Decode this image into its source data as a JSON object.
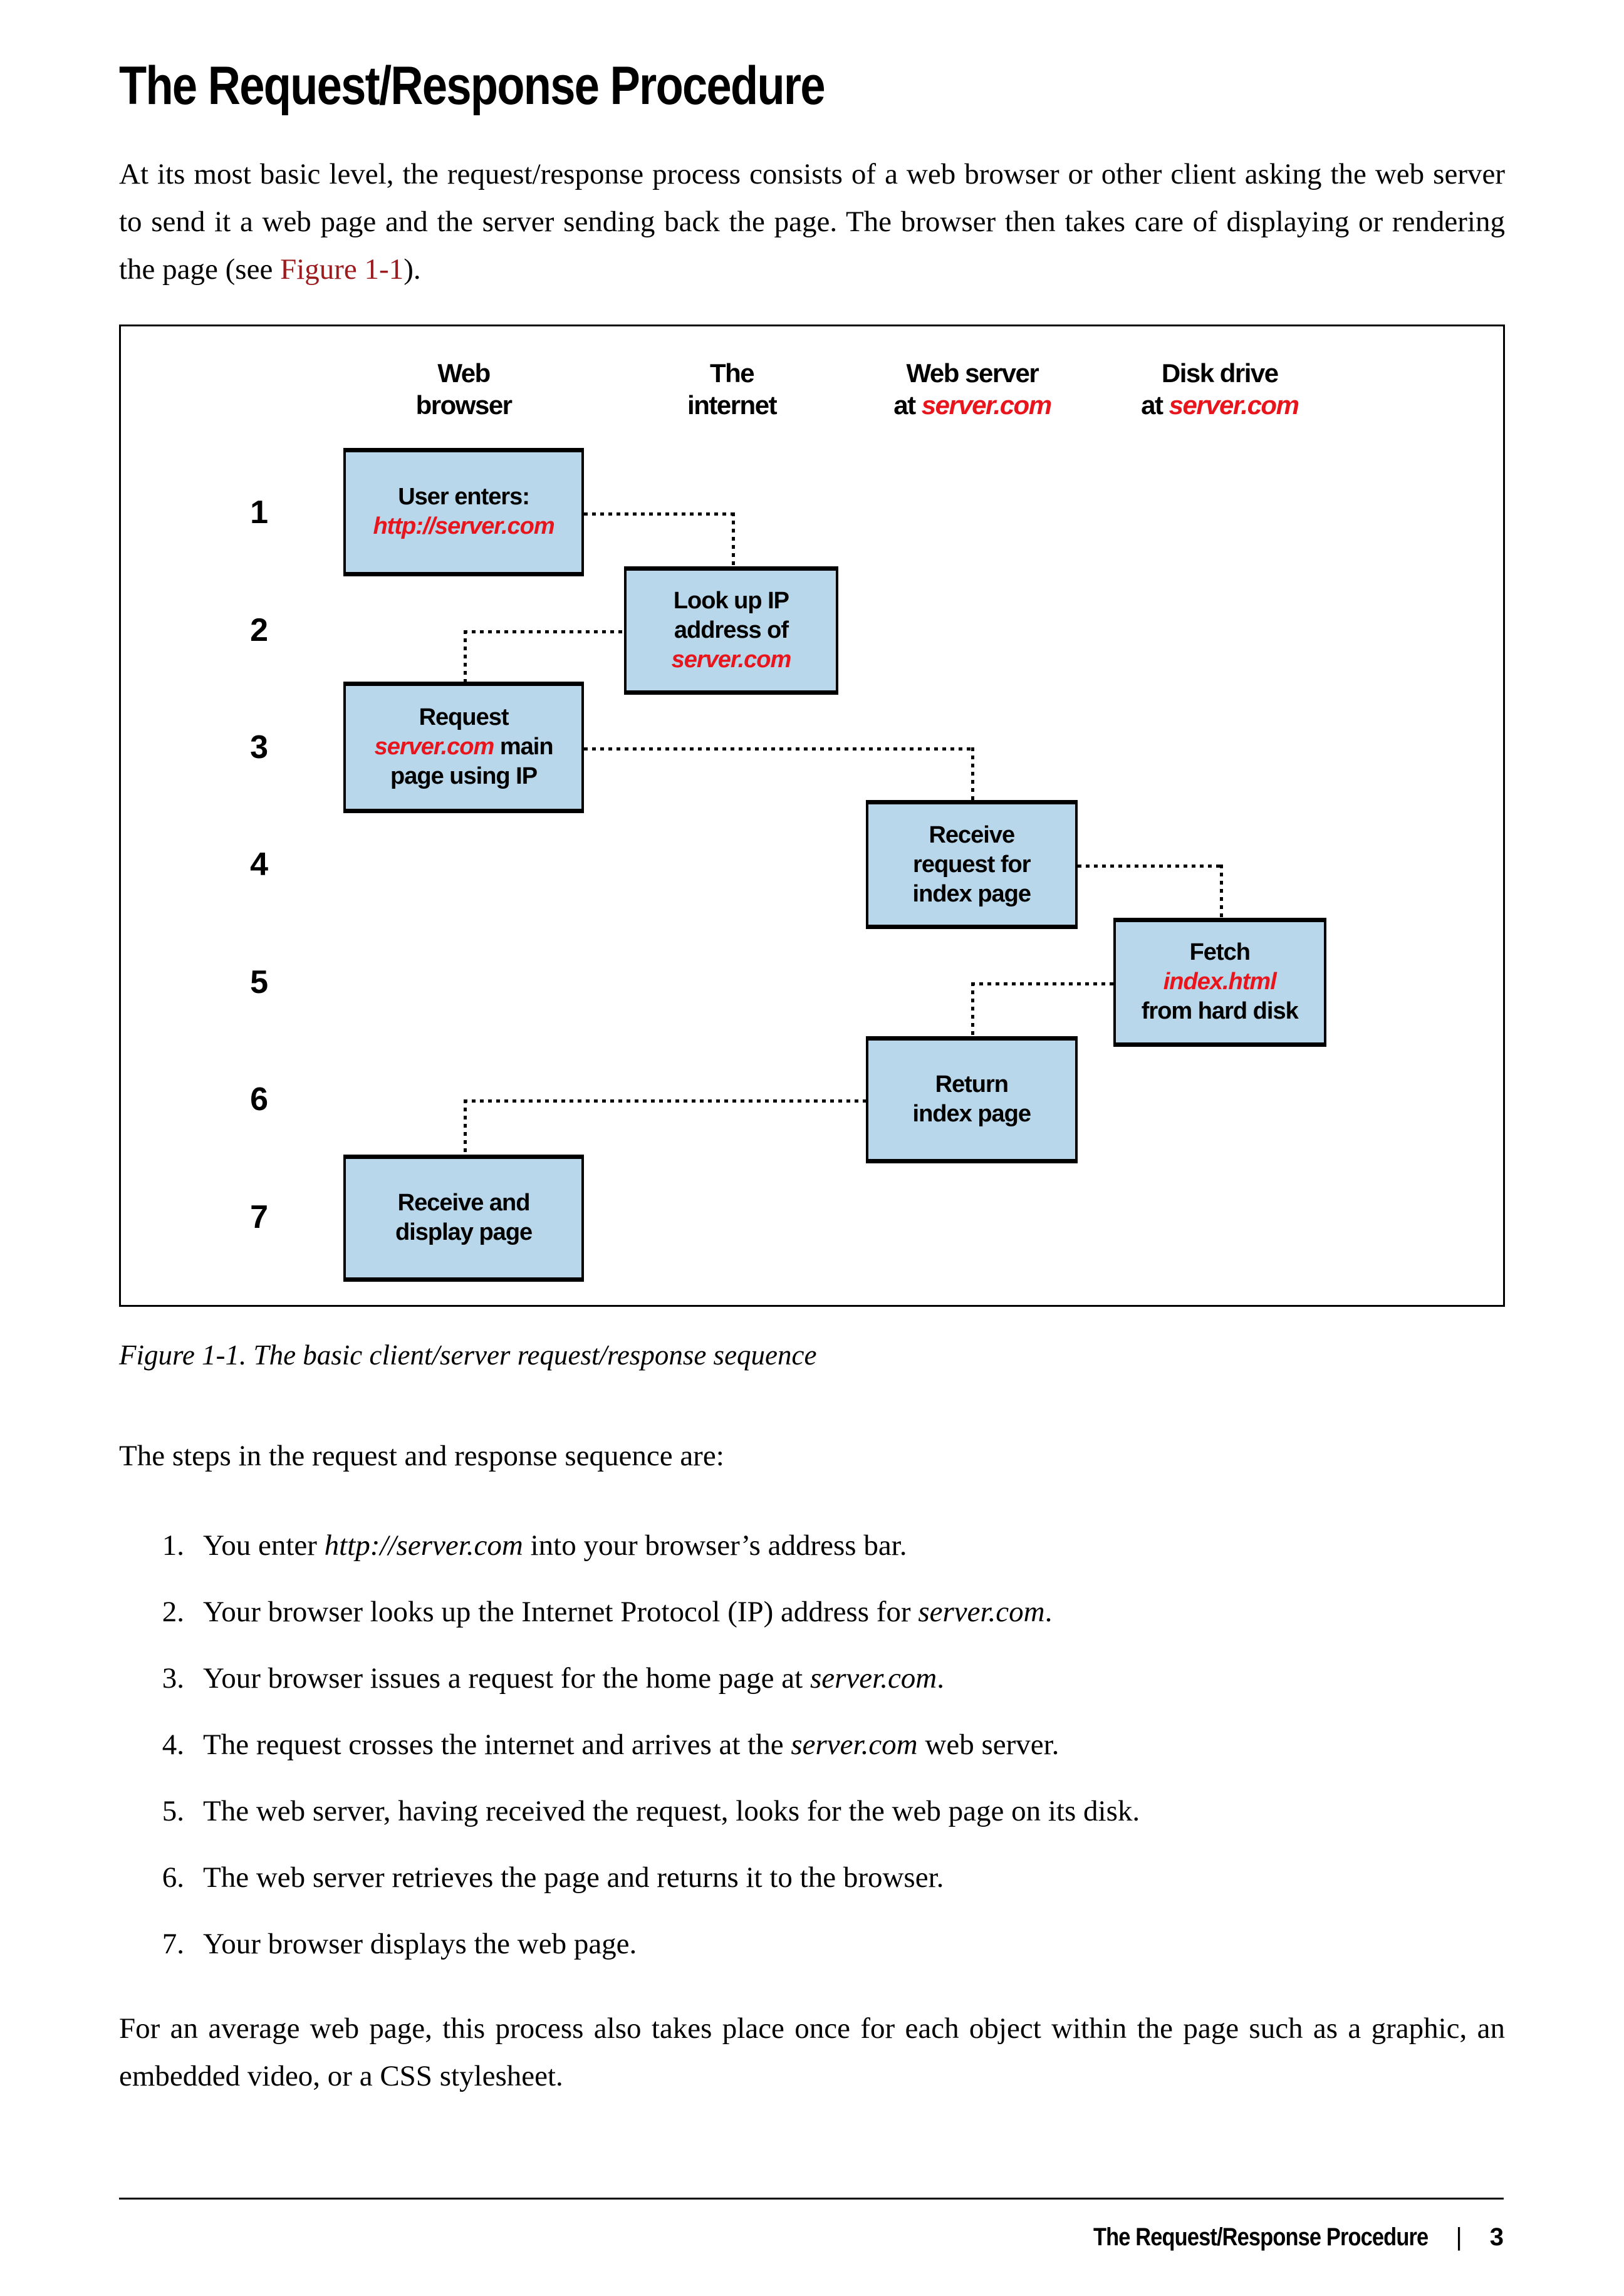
{
  "page": {
    "title": "The Request/Response Procedure",
    "intro": {
      "text_before_link": "At its most basic level, the request/response process consists of a web browser or other client asking the web server to send it a web page and the server sending back the page. The browser then takes care of displaying or rendering the page (see ",
      "link_text": "Figure 1-1",
      "text_after_link": ")."
    },
    "closing": "For an average web page, this process also takes place once for each object within the page such as a graphic, an embedded video, or a CSS stylesheet."
  },
  "figure": {
    "columns": [
      {
        "line1": "Web",
        "line2": "browser",
        "line2_prefix": "",
        "line2_red": ""
      },
      {
        "line1": "The",
        "line2": "internet",
        "line2_prefix": "",
        "line2_red": ""
      },
      {
        "line1": "Web server",
        "line2": "",
        "line2_prefix": "at ",
        "line2_red": "server.com"
      },
      {
        "line1": "Disk drive",
        "line2": "",
        "line2_prefix": "at ",
        "line2_red": "server.com"
      }
    ],
    "steps": [
      "1",
      "2",
      "3",
      "4",
      "5",
      "6",
      "7"
    ],
    "boxes": [
      {
        "line1": "User enters:",
        "red": "http://server.com"
      },
      {
        "line1": "Look up IP",
        "line2": "address of",
        "red": "server.com"
      },
      {
        "line1": "Request",
        "red": "server.com",
        "after_red": " main",
        "line3": "page using IP"
      },
      {
        "line1": "Receive",
        "line2": "request for",
        "line3": "index page"
      },
      {
        "line1": "Fetch",
        "red": "index.html",
        "line3": "from hard disk"
      },
      {
        "line1": "Return",
        "line2": "index page"
      },
      {
        "line1": "Receive and",
        "line2": "display page"
      }
    ],
    "caption": "Figure 1-1. The basic client/server request/response sequence"
  },
  "steps_section": {
    "intro": "The steps in the request and response sequence are:",
    "items": [
      {
        "num": "1.",
        "pre": "You enter ",
        "italic": "http://server.com",
        "post": " into your browser’s address bar."
      },
      {
        "num": "2.",
        "pre": "Your browser looks up the Internet Protocol (IP) address for ",
        "italic": "server.com",
        "post": "."
      },
      {
        "num": "3.",
        "pre": "Your browser issues a request for the home page at ",
        "italic": "server.com",
        "post": "."
      },
      {
        "num": "4.",
        "pre": "The request crosses the internet and arrives at the ",
        "italic": "server.com",
        "post": " web server."
      },
      {
        "num": "5.",
        "pre": "The web server, having received the request, looks for the web page on its disk.",
        "italic": "",
        "post": ""
      },
      {
        "num": "6.",
        "pre": "The web server retrieves the page and returns it to the browser.",
        "italic": "",
        "post": ""
      },
      {
        "num": "7.",
        "pre": "Your browser displays the web page.",
        "italic": "",
        "post": ""
      }
    ]
  },
  "footer": {
    "chapter": "The Request/Response Procedure",
    "separator": "|",
    "page_number": "3"
  },
  "colors": {
    "accent_red": "#e8151c",
    "link_maroon": "#9d1b1e",
    "box_fill": "#b9d7ea",
    "ink": "#000000"
  }
}
